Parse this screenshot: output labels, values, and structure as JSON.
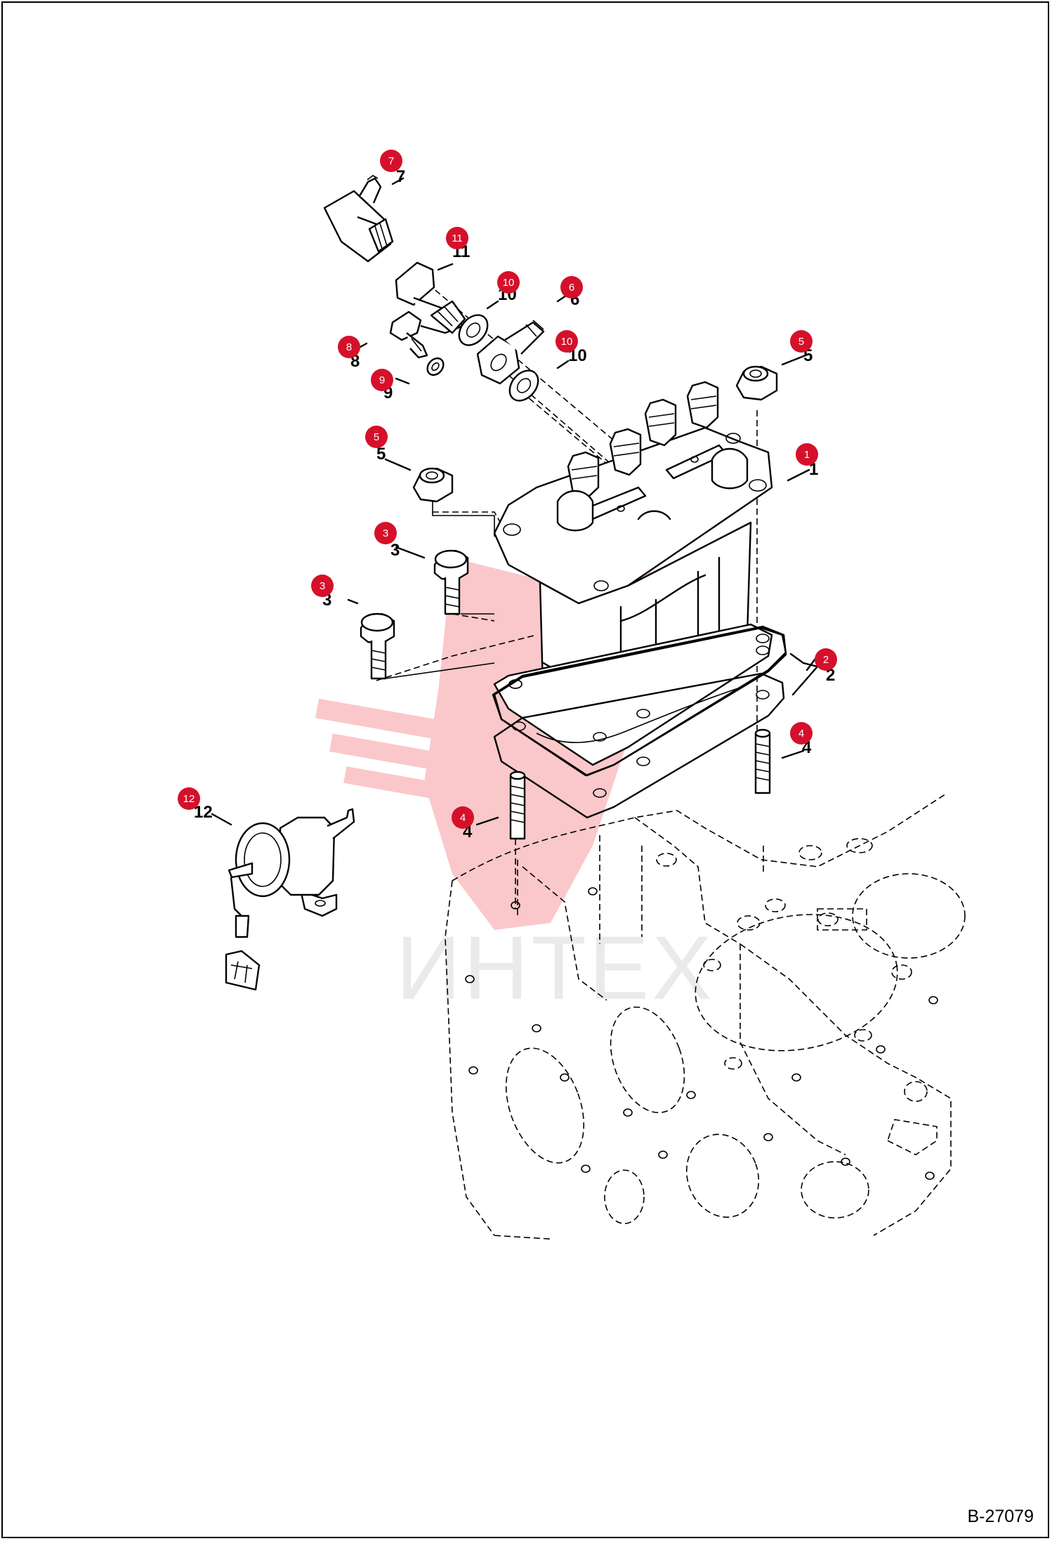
{
  "figure_code": "B-27079",
  "watermark": {
    "text": "ИНТЕХ",
    "color": "#e8202a"
  },
  "callout_color": "#d5102a",
  "callouts": [
    {
      "number": "7",
      "label": "7"
    },
    {
      "number": "11",
      "label": "11"
    },
    {
      "number": "10",
      "label": "10"
    },
    {
      "number": "6",
      "label": "6"
    },
    {
      "number": "10",
      "label": "10"
    },
    {
      "number": "8",
      "label": "8"
    },
    {
      "number": "9",
      "label": "9"
    },
    {
      "number": "5",
      "label": "5"
    },
    {
      "number": "5",
      "label": "5"
    },
    {
      "number": "1",
      "label": "1"
    },
    {
      "number": "3",
      "label": "3"
    },
    {
      "number": "3",
      "label": "3"
    },
    {
      "number": "2",
      "label": "2"
    },
    {
      "number": "4",
      "label": "4"
    },
    {
      "number": "4",
      "label": "4"
    },
    {
      "number": "12",
      "label": "12"
    }
  ]
}
